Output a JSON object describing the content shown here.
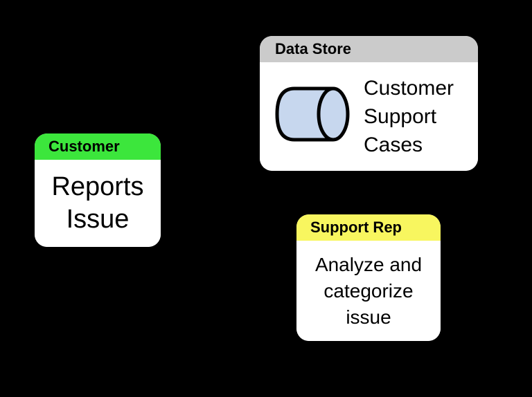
{
  "canvas": {
    "background_color": "#000000"
  },
  "nodes": {
    "data_store": {
      "header_label": "Data Store",
      "header_color": "#cbcbcb",
      "body_label": "Customer Support Cases",
      "icon": "database-cylinder-icon",
      "icon_fill_color": "#c7d7ee",
      "icon_stroke_color": "#000000"
    },
    "customer": {
      "header_label": "Customer",
      "header_color": "#3ce63c",
      "body_label": "Reports Issue"
    },
    "support_rep": {
      "header_label": "Support Rep",
      "header_color": "#f8f65f",
      "body_label": "Analyze and categorize issue"
    }
  },
  "colors": {
    "card_body": "#ffffff",
    "text": "#000000"
  }
}
